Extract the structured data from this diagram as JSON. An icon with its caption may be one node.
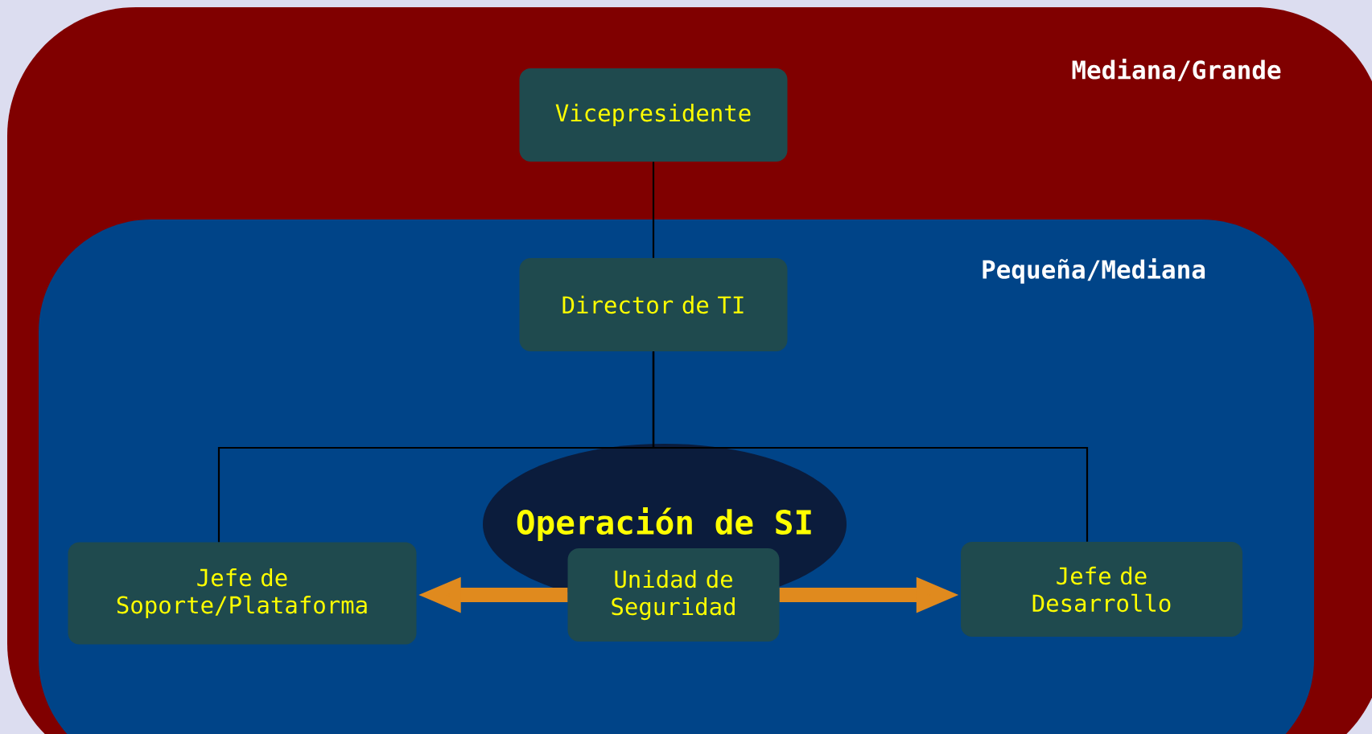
{
  "diagram": {
    "nodes": [
      {
        "text": [
          "Mediana/Grande"
        ]
      },
      {
        "text": [
          "Vicepresidente"
        ],
        "in": 0
      },
      {
        "text": [
          "Pequeña/Mediana"
        ],
        "in": 0
      },
      {
        "text": [
          "Director de TI"
        ],
        "in": 2
      },
      {
        "text": [
          "Operación de SI"
        ],
        "in": 2
      },
      {
        "text": [
          "Jefe de Soporte/Plataforma"
        ],
        "in": 2
      },
      {
        "text": [
          "Unidad de Seguridad"
        ],
        "in": 2
      },
      {
        "text": [
          "Jefe de Desarrollo"
        ],
        "in": 2
      }
    ],
    "edges": [
      {
        "from": 1,
        "to": 3,
        "arrow": "none"
      },
      {
        "from": 3,
        "to": 4,
        "arrow": "none"
      },
      {
        "from": 3,
        "to": 5,
        "arrow": "none"
      },
      {
        "from": 3,
        "to": 7,
        "arrow": "none"
      },
      {
        "from": 6,
        "to": 5,
        "arrow": "to",
        "style": "thick",
        "color": "#e08a1e"
      },
      {
        "from": 6,
        "to": 7,
        "arrow": "to",
        "style": "thick",
        "color": "#e08a1e"
      }
    ]
  }
}
